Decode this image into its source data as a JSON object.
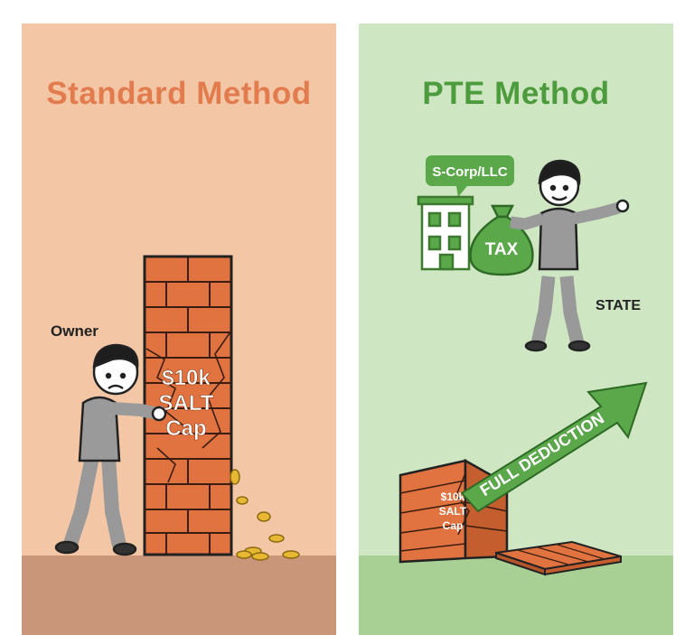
{
  "left": {
    "title": "Standard Method",
    "owner_label": "Owner",
    "wall_text": [
      "$10k",
      "SALT",
      "Cap"
    ]
  },
  "right": {
    "title": "PTE Method",
    "entity_label": "S-Corp/LLC",
    "bag_label": "TAX",
    "state_label": "STATE",
    "arrow_label": "FULL DEDUCTION",
    "small_wall_text": [
      "$10k",
      "SALT",
      "Cap"
    ]
  },
  "colors": {
    "left_bg": "#f3c7a6",
    "right_bg": "#cfe6c3",
    "left_title": "#e27b4d",
    "right_title": "#4c9b3c",
    "brick": "#e0733f",
    "accent_green": "#5aa84a"
  }
}
